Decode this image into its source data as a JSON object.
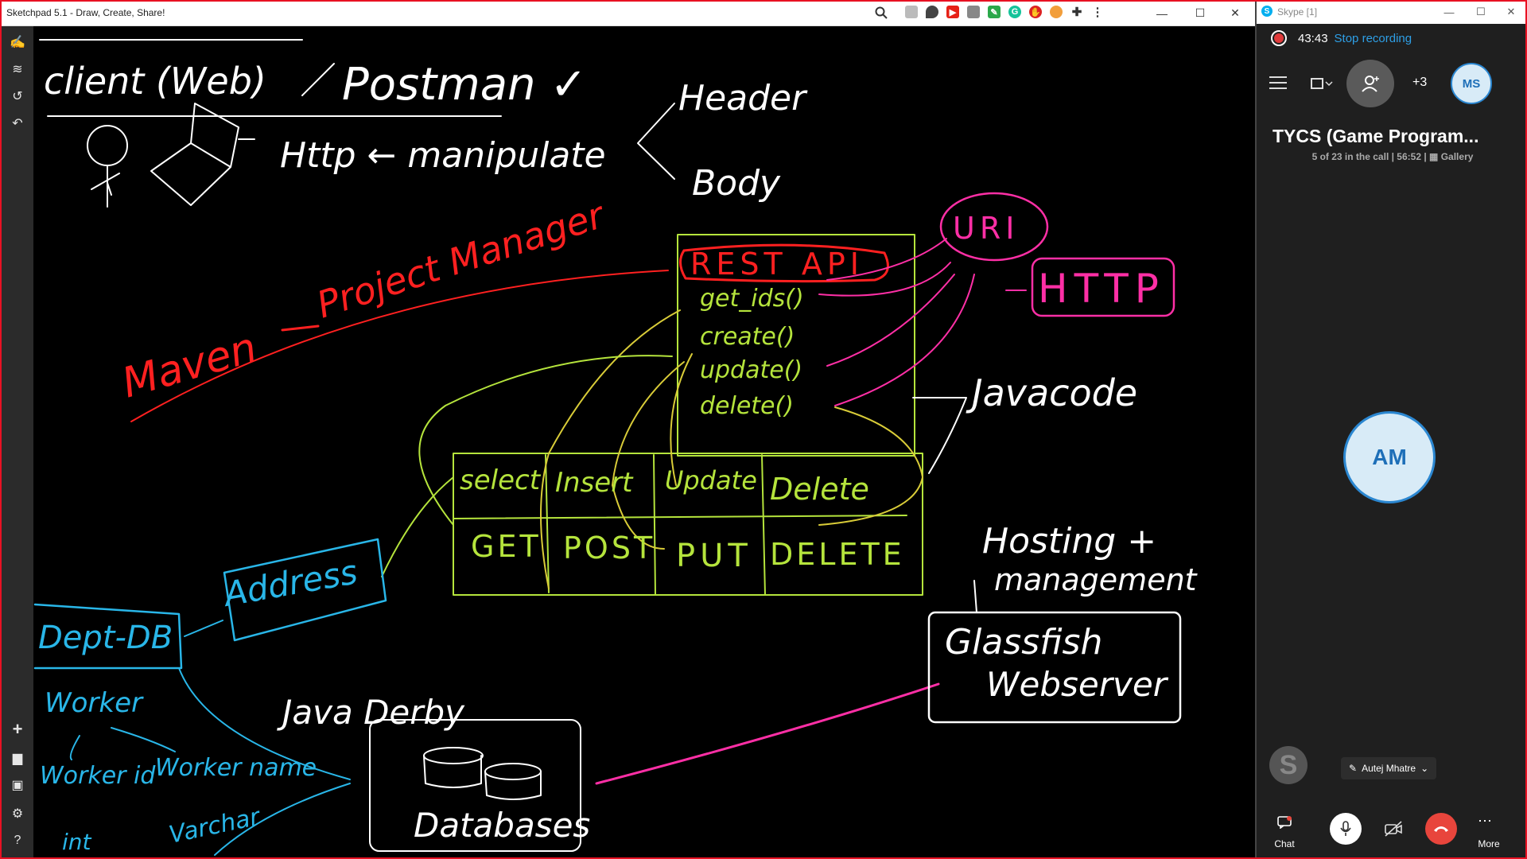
{
  "sketchpad": {
    "title": "Sketchpad 5.1 - Draw, Create, Share!",
    "toolbar_icons": [
      "brush-tools-icon",
      "layers-icon",
      "history-icon",
      "undo-icon",
      "add-icon",
      "folder-icon",
      "save-icon",
      "settings-icon",
      "help-icon"
    ],
    "canvas_text": {
      "client": "client (Web)",
      "postman": "Postman ✓",
      "header": "Header",
      "http_manip": "Http ← manipulate",
      "body": "Body",
      "rest_api": "REST API",
      "get_ids": "get_ids()",
      "create": "create()",
      "update": "update()",
      "delete_fn": "delete()",
      "uri": "URI",
      "http": "HTTP",
      "maven": "Maven",
      "project_manager": "Project Manager",
      "javacode": "Javacode",
      "select": "select",
      "insert": "Insert",
      "update_col": "Update",
      "delete_col": "Delete",
      "get": "GET",
      "post": "POST",
      "put": "PUT",
      "delete_verb": "DELETE",
      "hosting": "Hosting +",
      "management": "management",
      "address": "Address",
      "dept_db": "Dept-DB",
      "worker": "Worker",
      "worker_id": "Worker id",
      "int": "int",
      "worker_name": "Worker name",
      "varchar": "Varchar",
      "java_derby": "Java Derby",
      "databases": "Databases",
      "glassfish": "Glassfish",
      "webserver": "Webserver"
    }
  },
  "skype": {
    "title": "Skype [1]",
    "recording_time": "43:43",
    "stop_recording": "Stop recording",
    "participants_more": "+3",
    "user_initials": "MS",
    "call_name": "TYCS (Game Program...",
    "call_sub": "5 of 23 in the call | 56:52 |",
    "gallery": "Gallery",
    "speaker_initials": "AM",
    "self_initial": "S",
    "speaker_name": "Autej Mhatre",
    "chat": "Chat",
    "more": "More"
  },
  "colors": {
    "white_ink": "#ffffff",
    "green_ink": "#b5e43c",
    "pink_ink": "#ff2fa6",
    "red_ink": "#ff2020",
    "cyan_ink": "#29b6e8",
    "yellow_ink": "#d9cc38",
    "end_call": "#e8453c",
    "link_blue": "#2e9fe6"
  }
}
